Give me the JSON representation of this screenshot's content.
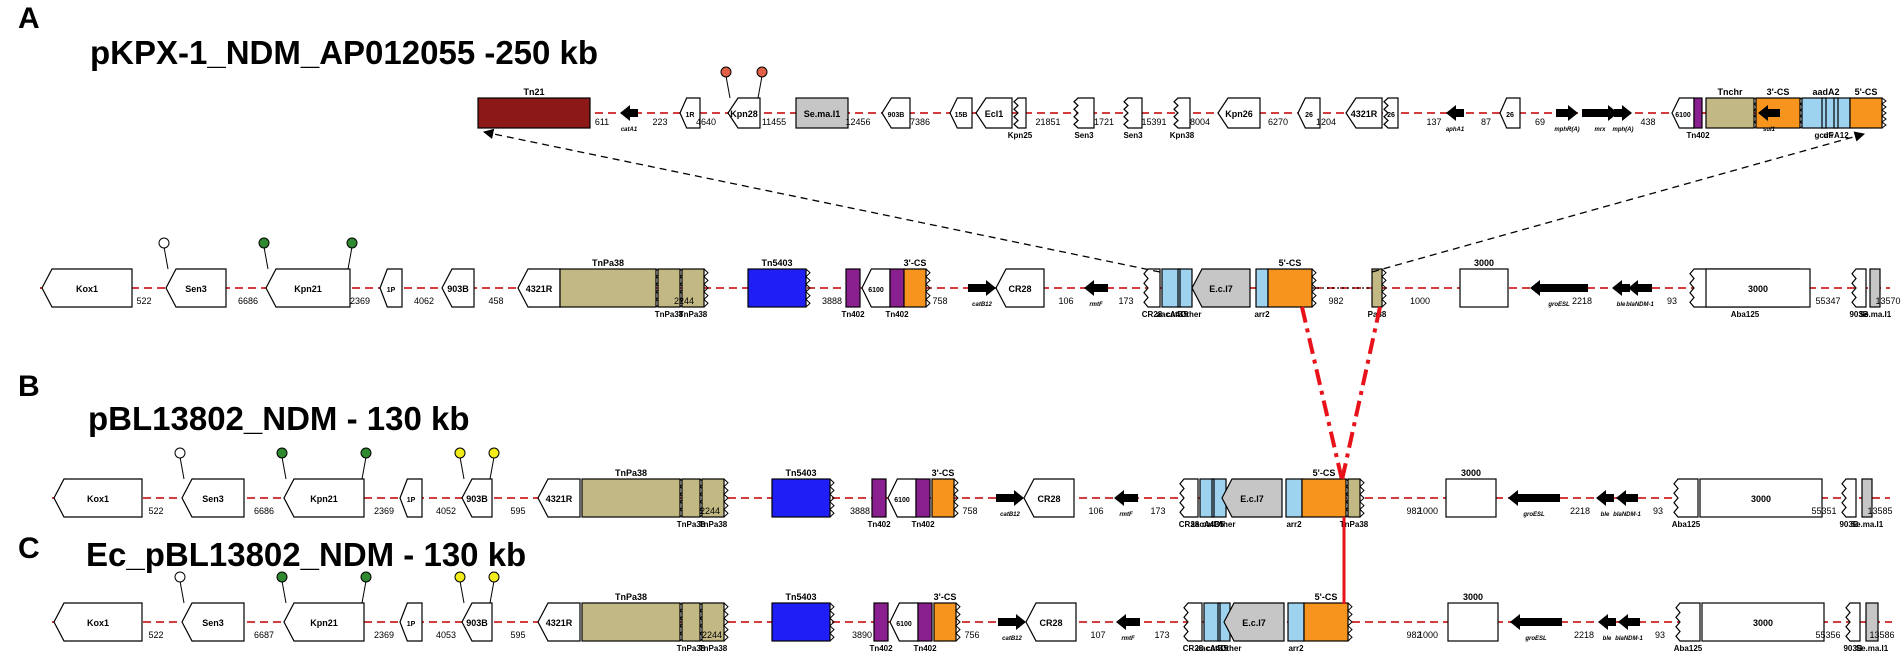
{
  "colors": {
    "white": "#ffffff",
    "grey": "#c6c6c6",
    "khaki": "#c2b884",
    "blue": "#1f1ff5",
    "purple": "#8a1f8f",
    "orange": "#f7941d",
    "lightblue": "#9ed3ef",
    "darkred": "#8c1818",
    "backbone": "#d43d3d",
    "red": "#e8121a",
    "lollipop_white": "#ffffff",
    "lollipop_green": "#2f8a2f",
    "lollipop_yellow": "#f2ec1a",
    "lollipop_red": "#e06045"
  },
  "panels": [
    {
      "letter": "A",
      "title": "pKPX-1_NDM_AP012055 -250 kb"
    },
    {
      "letter": "B",
      "title": "pBL13802_NDM - 130 kb"
    },
    {
      "letter": "C",
      "title": "Ec_pBL13802_NDM - 130 kb"
    }
  ],
  "tracks": {
    "A_inset": {
      "elements": [
        {
          "label": "Tn21",
          "color": "darkred",
          "label_above": true
        },
        {
          "label": "catA1",
          "type": "arrow",
          "dir": "left"
        },
        {
          "label": "1R"
        },
        {
          "label": "Kpn28",
          "lollipops": [
            "lollipop_red",
            "lollipop_red"
          ]
        },
        {
          "label": "Se.ma.I1",
          "color": "grey"
        },
        {
          "label": "903B"
        },
        {
          "label": "15B"
        },
        {
          "label": "Ecl1"
        },
        {
          "label": "Kpn25",
          "label_below": true
        },
        {
          "label": "Sen3",
          "label_below": true
        },
        {
          "label": "Sen3",
          "label_below": true
        },
        {
          "label": "Kpn38",
          "label_below": true
        },
        {
          "label": "Kpn26"
        },
        {
          "label": "26"
        },
        {
          "label": "4321R"
        },
        {
          "label": "26"
        },
        {
          "label": "aphA1",
          "type": "arrow",
          "dir": "left"
        },
        {
          "label": "26"
        },
        {
          "label": "mphR(A)",
          "type": "arrow",
          "dir": "right"
        },
        {
          "label": "mrx",
          "type": "arrow",
          "dir": "right"
        },
        {
          "label": "mph(A)",
          "type": "arrow",
          "dir": "right"
        },
        {
          "label": "6100"
        },
        {
          "label": "Tn402",
          "color": "purple",
          "label_below": true
        },
        {
          "label": "Tnchr",
          "color": "khaki",
          "label_above": true
        },
        {
          "label": "3'-CS",
          "color": "orange",
          "label_above": true
        },
        {
          "label": "sul1",
          "type": "arrow",
          "dir": "left"
        },
        {
          "label": "aadA2",
          "color": "lightblue",
          "label_above": true
        },
        {
          "label": "gcuF",
          "color": "lightblue",
          "label_below": true
        },
        {
          "label": "dfrA12",
          "color": "lightblue",
          "label_below": true
        },
        {
          "label": "5'-CS",
          "color": "orange",
          "label_above": true
        }
      ],
      "gaps": [
        "611",
        "223",
        "4640",
        "11455",
        "12456",
        "7386",
        "21851",
        "1721",
        "15391",
        "8004",
        "6270",
        "1204",
        "137",
        "87",
        "69",
        "438"
      ]
    },
    "A_main": {
      "elements": [
        {
          "label": "Kox1"
        },
        {
          "label": "Sen3",
          "lollipops": [
            "lollipop_white"
          ]
        },
        {
          "label": "Kpn21",
          "lollipops": [
            "lollipop_green",
            "lollipop_green"
          ]
        },
        {
          "label": "1P"
        },
        {
          "label": "903B"
        },
        {
          "label": "4321R"
        },
        {
          "label": "TnPa38",
          "color": "khaki",
          "label_above": true
        },
        {
          "label": "TnPa38",
          "color": "khaki",
          "label_below": true
        },
        {
          "label": "TnPa38",
          "color": "khaki",
          "label_below": true
        },
        {
          "label": "Tn5403",
          "color": "blue",
          "label_above": true
        },
        {
          "label": "Tn402",
          "color": "purple",
          "label_below": true
        },
        {
          "label": "6100"
        },
        {
          "label": "Tn402",
          "color": "purple",
          "label_below": true
        },
        {
          "label": "3'-CS",
          "color": "orange",
          "label_above": true
        },
        {
          "label": "catB12",
          "type": "arrow",
          "dir": "right"
        },
        {
          "label": "CR28"
        },
        {
          "label": "rmtF",
          "type": "arrow",
          "dir": "left"
        },
        {
          "label": "CR28",
          "label_below": true
        },
        {
          "label": "catB5",
          "color": "lightblue",
          "label_below": true
        },
        {
          "label": "aacA4Other",
          "color": "lightblue",
          "label_below": true
        },
        {
          "label": "E.c.I7",
          "color": "grey"
        },
        {
          "label": "arr2",
          "color": "lightblue",
          "label_below": true
        },
        {
          "label": "5'-CS",
          "color": "orange",
          "label_above": true
        },
        {
          "label": "Pa38",
          "color": "khaki",
          "label_below": true
        },
        {
          "label": "3000",
          "label_above": true
        },
        {
          "label": "groESL",
          "type": "arrow",
          "dir": "left"
        },
        {
          "label": "ble",
          "type": "arrow",
          "dir": "left"
        },
        {
          "label": "blaNDM-1",
          "type": "arrow",
          "dir": "left"
        },
        {
          "label": "Aba125",
          "label_below": true
        },
        {
          "label": "3000"
        },
        {
          "label": "903B",
          "label_below": true
        },
        {
          "label": "Se.ma.I1",
          "color": "grey",
          "label_below": true
        }
      ],
      "gaps": [
        "522",
        "6686",
        "2369",
        "4062",
        "458",
        "2244",
        "3888",
        "758",
        "106",
        "173",
        "982",
        "1000",
        "2218",
        "93",
        "55347",
        "13570"
      ]
    },
    "B": {
      "elements": [
        {
          "label": "Kox1"
        },
        {
          "label": "Sen3",
          "lollipops": [
            "lollipop_white"
          ]
        },
        {
          "label": "Kpn21",
          "lollipops": [
            "lollipop_green",
            "lollipop_green"
          ]
        },
        {
          "label": "1P"
        },
        {
          "label": "903B",
          "lollipops": [
            "lollipop_yellow",
            "lollipop_yellow"
          ]
        },
        {
          "label": "4321R"
        },
        {
          "label": "TnPa38",
          "color": "khaki",
          "label_above": true
        },
        {
          "label": "TnPa38",
          "color": "khaki",
          "label_below": true
        },
        {
          "label": "TnPa38",
          "color": "khaki",
          "label_below": true
        },
        {
          "label": "Tn5403",
          "color": "blue",
          "label_above": true
        },
        {
          "label": "Tn402",
          "color": "purple",
          "label_below": true
        },
        {
          "label": "6100"
        },
        {
          "label": "Tn402",
          "color": "purple",
          "label_below": true
        },
        {
          "label": "3'-CS",
          "color": "orange",
          "label_above": true
        },
        {
          "label": "catB12",
          "type": "arrow",
          "dir": "right"
        },
        {
          "label": "CR28"
        },
        {
          "label": "rmtF",
          "type": "arrow",
          "dir": "left"
        },
        {
          "label": "CR28",
          "label_below": true
        },
        {
          "label": "catB5",
          "color": "lightblue",
          "label_below": true
        },
        {
          "label": "aacA4Other",
          "color": "lightblue",
          "label_below": true
        },
        {
          "label": "E.c.I7",
          "color": "grey"
        },
        {
          "label": "arr2",
          "color": "lightblue",
          "label_below": true
        },
        {
          "label": "5'-CS",
          "color": "orange",
          "label_above": true
        },
        {
          "label": "TnPa38",
          "color": "khaki",
          "label_below": true
        },
        {
          "label": "3000",
          "label_above": true
        },
        {
          "label": "groESL",
          "type": "arrow",
          "dir": "left"
        },
        {
          "label": "ble",
          "type": "arrow",
          "dir": "left"
        },
        {
          "label": "blaNDM-1",
          "type": "arrow",
          "dir": "left"
        },
        {
          "label": "Aba125",
          "label_below": true
        },
        {
          "label": "3000"
        },
        {
          "label": "903B",
          "label_below": true
        },
        {
          "label": "Se.ma.I1",
          "color": "grey",
          "label_below": true
        }
      ],
      "gaps": [
        "522",
        "6686",
        "2369",
        "4052",
        "595",
        "2244",
        "3888",
        "758",
        "106",
        "173",
        "982",
        "1000",
        "2218",
        "93",
        "55351",
        "13585"
      ]
    },
    "C": {
      "elements": [
        {
          "label": "Kox1"
        },
        {
          "label": "Sen3",
          "lollipops": [
            "lollipop_white"
          ]
        },
        {
          "label": "Kpn21",
          "lollipops": [
            "lollipop_green",
            "lollipop_green"
          ]
        },
        {
          "label": "1P"
        },
        {
          "label": "903B",
          "lollipops": [
            "lollipop_yellow",
            "lollipop_yellow"
          ]
        },
        {
          "label": "4321R"
        },
        {
          "label": "TnPa38",
          "color": "khaki",
          "label_above": true
        },
        {
          "label": "TnPa38",
          "color": "khaki",
          "label_below": true
        },
        {
          "label": "TnPa38",
          "color": "khaki",
          "label_below": true
        },
        {
          "label": "Tn5403",
          "color": "blue",
          "label_above": true
        },
        {
          "label": "Tn402",
          "color": "purple",
          "label_below": true
        },
        {
          "label": "6100"
        },
        {
          "label": "Tn402",
          "color": "purple",
          "label_below": true
        },
        {
          "label": "3'-CS",
          "color": "orange",
          "label_above": true
        },
        {
          "label": "catB12",
          "type": "arrow",
          "dir": "right"
        },
        {
          "label": "CR28"
        },
        {
          "label": "rmtF",
          "type": "arrow",
          "dir": "left"
        },
        {
          "label": "CR28",
          "label_below": true
        },
        {
          "label": "catB5",
          "color": "lightblue",
          "label_below": true
        },
        {
          "label": "aacA4Other",
          "color": "lightblue",
          "label_below": true
        },
        {
          "label": "E.c.I7",
          "color": "grey"
        },
        {
          "label": "arr2",
          "color": "lightblue",
          "label_below": true
        },
        {
          "label": "5'-CS",
          "color": "orange",
          "label_above": true
        },
        {
          "label": "3000",
          "label_above": true
        },
        {
          "label": "groESL",
          "type": "arrow",
          "dir": "left"
        },
        {
          "label": "ble",
          "type": "arrow",
          "dir": "left"
        },
        {
          "label": "blaNDM-1",
          "type": "arrow",
          "dir": "left"
        },
        {
          "label": "Aba125",
          "label_below": true
        },
        {
          "label": "3000"
        },
        {
          "label": "903B",
          "label_below": true
        },
        {
          "label": "Se.ma.I1",
          "color": "grey",
          "label_below": true
        }
      ],
      "gaps": [
        "522",
        "6687",
        "2369",
        "4053",
        "595",
        "2244",
        "3890",
        "756",
        "107",
        "173",
        "982",
        "1000",
        "2218",
        "93",
        "55356",
        "13586"
      ]
    }
  }
}
